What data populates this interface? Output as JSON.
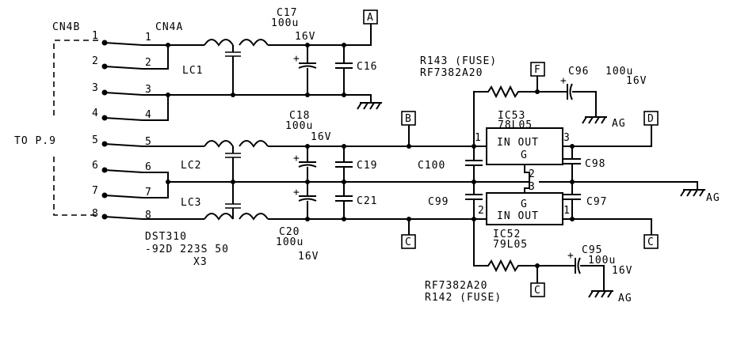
{
  "connectors": {
    "cn4b": "CN4B",
    "cn4a": "CN4A",
    "to_page": "TO P.9",
    "pins_b": [
      "1",
      "2",
      "3",
      "4",
      "5",
      "6",
      "7",
      "8"
    ],
    "pins_a": [
      "1",
      "2",
      "3",
      "4",
      "5",
      "6",
      "7",
      "8"
    ]
  },
  "inductors": {
    "lc1": "LC1",
    "lc2": "LC2",
    "lc3": "LC3",
    "part_line1": "DST310",
    "part_line2": "-92D 223S 50",
    "part_line3": "X3"
  },
  "capacitors": {
    "c17_name": "C17",
    "c17_val": "100u",
    "c17_volt": "16V",
    "c16": "C16",
    "c18_name": "C18",
    "c18_val": "100u",
    "c18_volt": "16V",
    "c19": "C19",
    "c20_name": "C20",
    "c20_val": "100u",
    "c20_volt": "16V",
    "c21": "C21",
    "c100": "C100",
    "c99": "C99",
    "c98": "C98",
    "c97": "C97",
    "c96_name": "C96",
    "c96_val": "100u",
    "c96_volt": "16V",
    "c95_name": "C95",
    "c95_val": "100u",
    "c95_volt": "16V"
  },
  "resistors": {
    "r143_name": "R143 (FUSE)",
    "r143_part": "RF7382A20",
    "r142_part": "RF7382A20",
    "r142_name": "R142 (FUSE)"
  },
  "regulators": {
    "ic53_name": "IC53",
    "ic53_part": "78L05",
    "ic53_io": "IN OUT",
    "ic53_g": "G",
    "ic52_name": "IC52",
    "ic52_part": "79L05",
    "ic52_io": "IN OUT",
    "ic52_g": "G",
    "pin1": "1",
    "pin2": "2",
    "pin3": "3",
    "pin2b": "2",
    "pin3b": "3",
    "pin1b": "1"
  },
  "tags": {
    "a": "A",
    "b": "B",
    "c1": "C",
    "c2": "C",
    "c3": "C",
    "d": "D",
    "f": "F"
  },
  "grounds": {
    "ag1": "AG",
    "ag2": "AG",
    "ag3": "AG"
  }
}
